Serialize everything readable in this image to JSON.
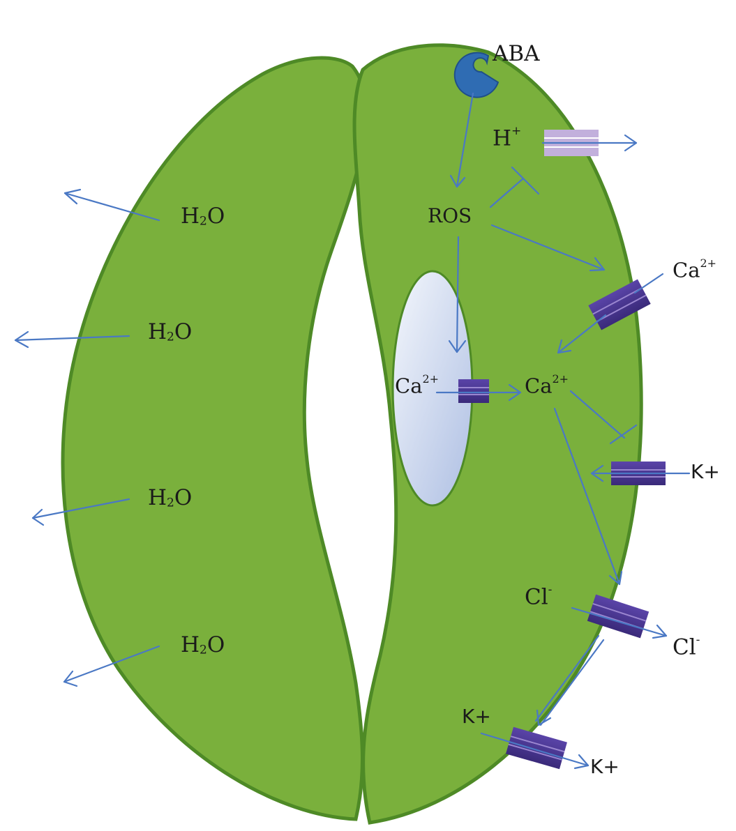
{
  "colors": {
    "cell_fill": "#7ab03c",
    "cell_stroke": "#4e8a26",
    "arrow": "#4a78c4",
    "channel": "#4a3490",
    "proton_pump": "#c2b0dc",
    "receptor": "#2f6cb3",
    "vacuole": "#dce6f5"
  },
  "labels": {
    "water": [
      {
        "base": "H",
        "sub": "2",
        "tail": "O"
      },
      {
        "base": "H",
        "sub": "2",
        "tail": "O"
      },
      {
        "base": "H",
        "sub": "2",
        "tail": "O"
      },
      {
        "base": "H",
        "sub": "2",
        "tail": "O"
      }
    ],
    "aba": "ABA",
    "proton": {
      "base": "H",
      "sup": "+"
    },
    "ros": "ROS",
    "ca_outside": {
      "base": "Ca",
      "sup": "2+"
    },
    "ca_vacuole": {
      "base": "Ca",
      "sup": "2+"
    },
    "ca_cytosol": {
      "base": "Ca",
      "sup": "2+"
    },
    "k_outside": "K+",
    "cl_inside": {
      "base": "Cl",
      "sup": "-"
    },
    "cl_outside": {
      "base": "Cl",
      "sup": "-"
    },
    "k_inside": "K+",
    "k_exit": "K+"
  }
}
